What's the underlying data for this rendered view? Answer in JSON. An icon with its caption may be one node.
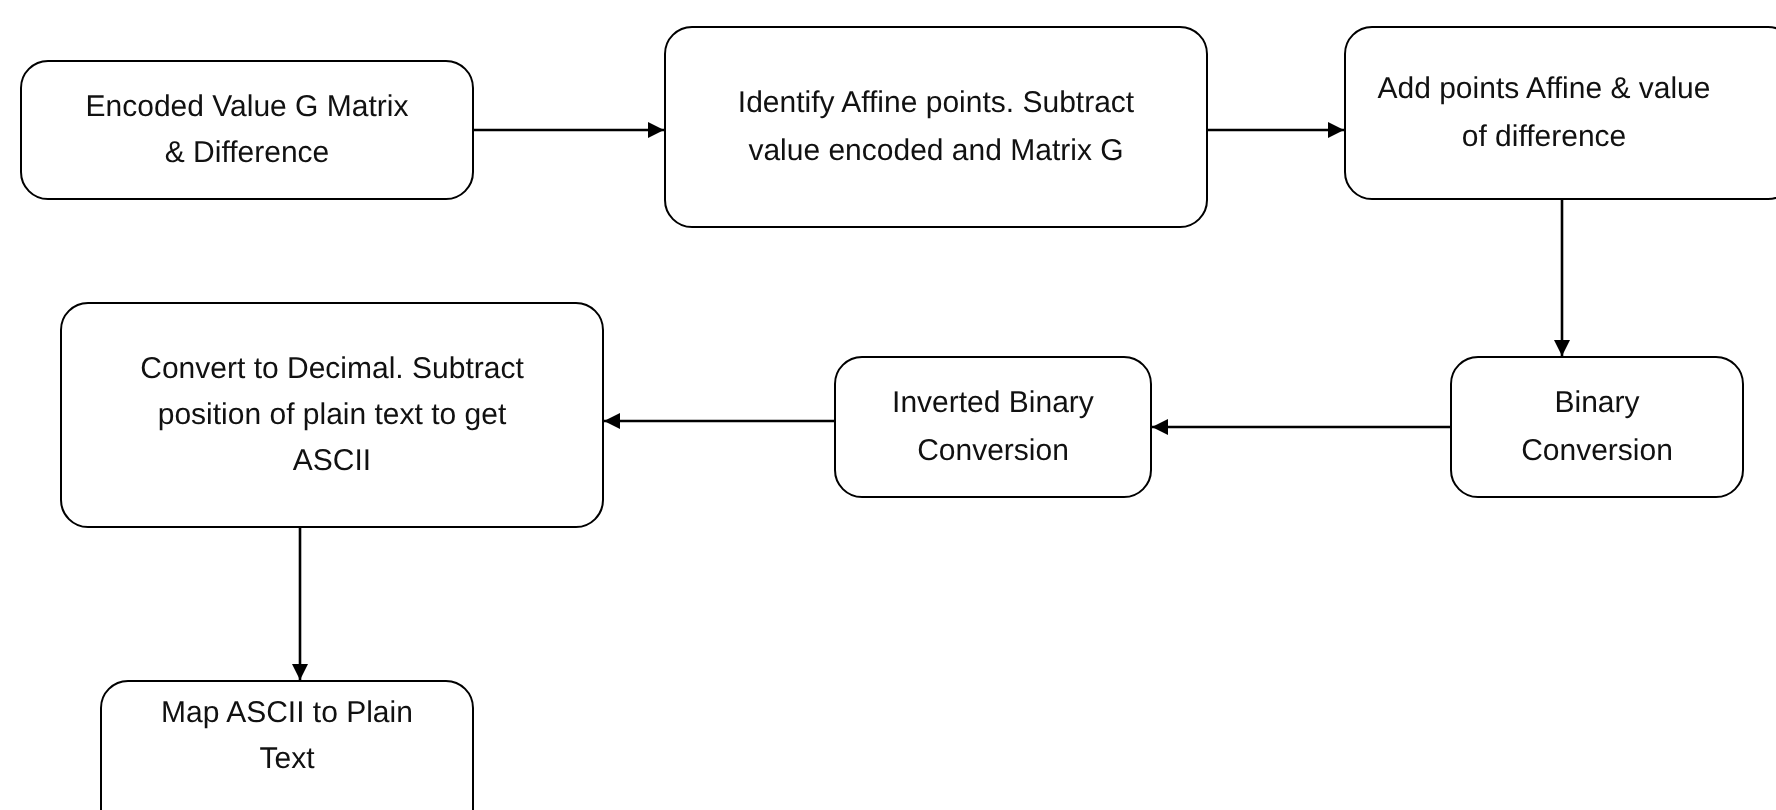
{
  "diagram": {
    "nodes": [
      {
        "text": [
          "Encoded Value G Matrix & Difference"
        ]
      },
      {
        "text": [
          "Identify Affine points. Subtract value encoded and Matrix G"
        ]
      },
      {
        "text": [
          "Add points Affine & value of difference"
        ]
      },
      {
        "text": [
          "Binary Conversion"
        ]
      },
      {
        "text": [
          "Inverted Binary Conversion"
        ]
      },
      {
        "text": [
          "Convert to Decimal. Subtract position of plain text to get ASCII"
        ]
      },
      {
        "text": [
          "Map ASCII to Plain Text"
        ]
      }
    ],
    "edges": [
      {
        "from": 0,
        "to": 1,
        "arrow": "to"
      },
      {
        "from": 1,
        "to": 2,
        "arrow": "to"
      },
      {
        "from": 2,
        "to": 3,
        "arrow": "to"
      },
      {
        "from": 3,
        "to": 4,
        "arrow": "to"
      },
      {
        "from": 4,
        "to": 5,
        "arrow": "to"
      },
      {
        "from": 5,
        "to": 6,
        "arrow": "to"
      }
    ]
  }
}
